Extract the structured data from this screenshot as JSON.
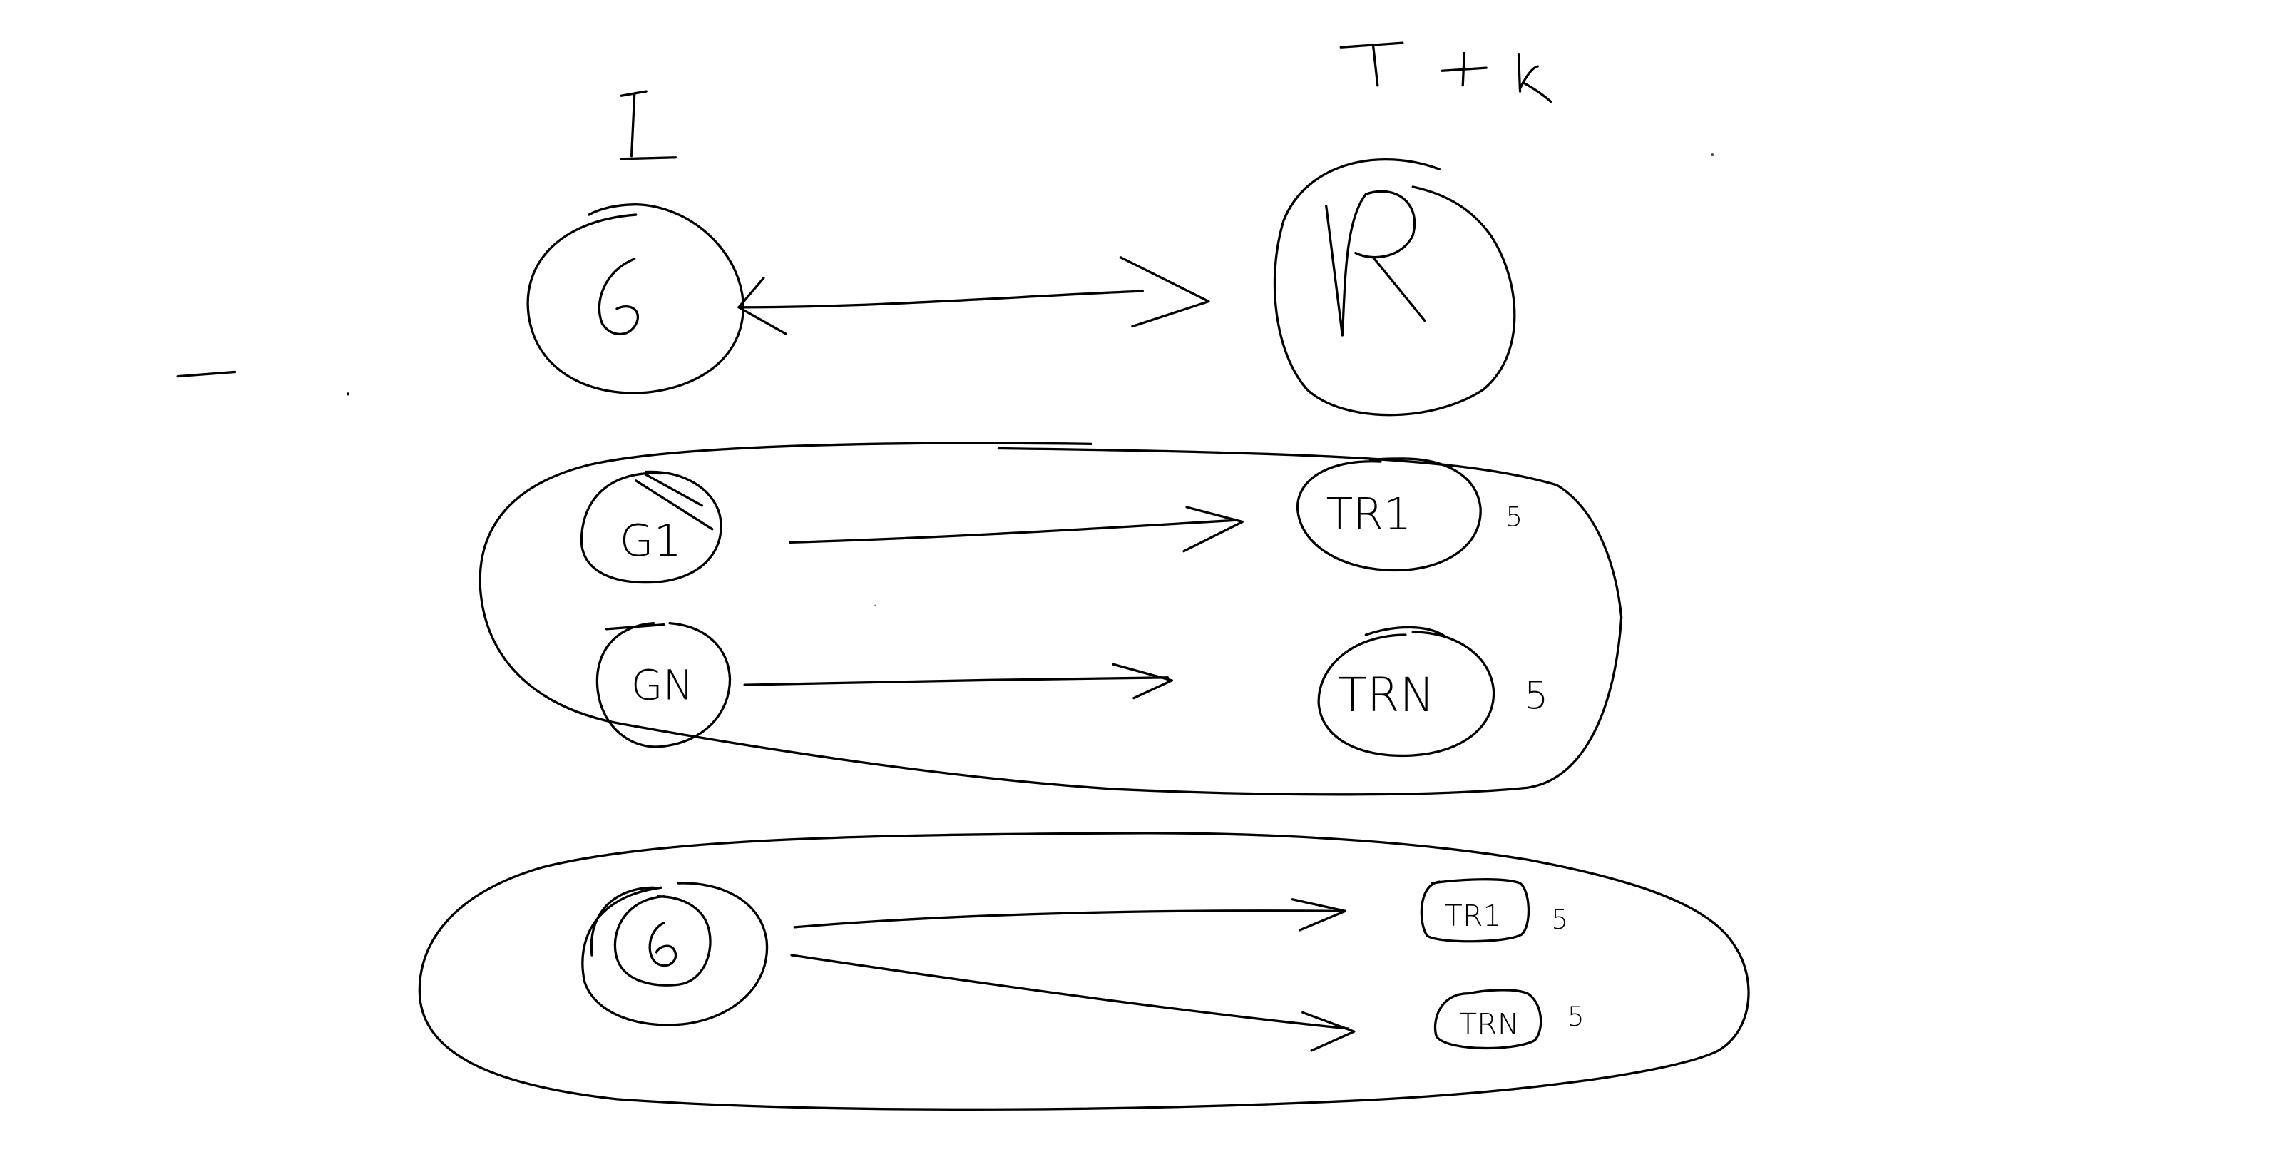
{
  "colors": {
    "background": "#ffffff",
    "ink": "#000000"
  },
  "header": {
    "left_label": "I",
    "right_label": "T+k"
  },
  "top_row": {
    "source_label": "G",
    "target_label": "R"
  },
  "group_one": {
    "row_one": {
      "source_label": "G1",
      "target_label": "TR1",
      "count": "5"
    },
    "row_two": {
      "source_label": "GN",
      "target_label": "TRN",
      "count": "5"
    }
  },
  "group_two": {
    "source_label": "G",
    "row_one": {
      "target_label": "TR1",
      "count": "5"
    },
    "row_two": {
      "target_label": "TRN",
      "count": "5"
    }
  },
  "stray_marks": {
    "left_dash": "—"
  }
}
